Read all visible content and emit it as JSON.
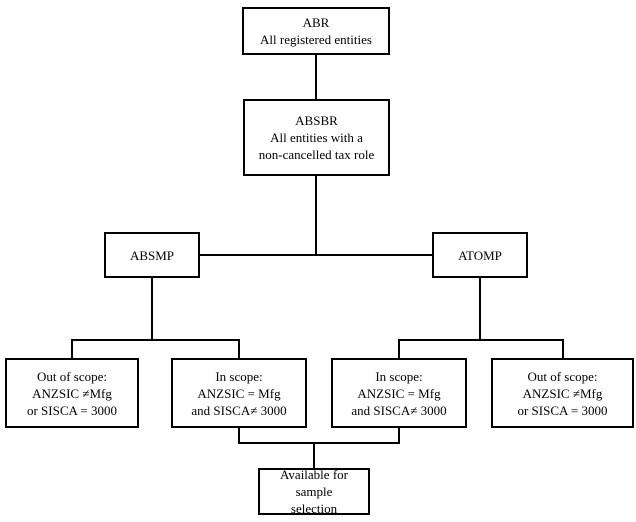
{
  "diagram": {
    "title": "Sample frame scope flowchart",
    "colors": {
      "line": "#000000",
      "background": "#ffffff",
      "text": "#000000"
    },
    "nodes": {
      "abr": {
        "lines": [
          "ABR",
          "All registered entities"
        ]
      },
      "absbr": {
        "lines": [
          "ABSBR",
          "All entities with a",
          "non-cancelled tax role"
        ]
      },
      "absmp": {
        "lines": [
          "ABSMP"
        ]
      },
      "atomp": {
        "lines": [
          "ATOMP"
        ]
      },
      "out_left": {
        "lines": [
          "Out of scope:",
          "ANZSIC ≠Mfg",
          "or SISCA = 3000"
        ]
      },
      "in_left": {
        "lines": [
          "In scope:",
          "ANZSIC = Mfg",
          "and SISCA≠ 3000"
        ]
      },
      "in_right": {
        "lines": [
          "In scope:",
          "ANZSIC = Mfg",
          "and SISCA≠ 3000"
        ]
      },
      "out_right": {
        "lines": [
          "Out of scope:",
          "ANZSIC ≠Mfg",
          "or SISCA = 3000"
        ]
      },
      "available": {
        "lines": [
          "Available for sample",
          "selection"
        ]
      }
    },
    "edges": [
      "ABR -> ABSBR",
      "ABSBR -> ABSMP",
      "ABSBR -> ATOMP",
      "ABSMP -> Out of scope (left)",
      "ABSMP -> In scope (left)",
      "ATOMP -> In scope (right)",
      "ATOMP -> Out of scope (right)",
      "In scope (left) -> Available for sample selection",
      "In scope (right) -> Available for sample selection"
    ]
  }
}
